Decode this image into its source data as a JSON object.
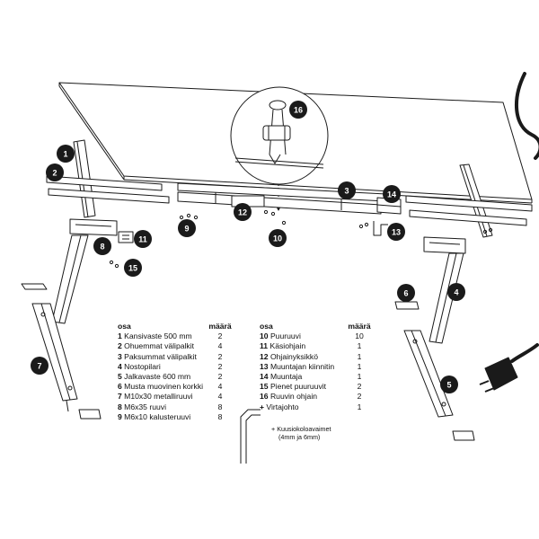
{
  "callouts": [
    {
      "number": "1"
    },
    {
      "number": "2"
    },
    {
      "number": "3"
    },
    {
      "number": "4"
    },
    {
      "number": "5"
    },
    {
      "number": "6"
    },
    {
      "number": "7"
    },
    {
      "number": "8"
    },
    {
      "number": "9"
    },
    {
      "number": "10"
    },
    {
      "number": "11"
    },
    {
      "number": "12"
    },
    {
      "number": "13"
    },
    {
      "number": "14"
    },
    {
      "number": "15"
    },
    {
      "number": "16"
    }
  ],
  "parts_table": {
    "col_part": "osa",
    "col_qty": "määrä",
    "left": [
      {
        "num": "1",
        "name": "Kansivaste 500 mm",
        "qty": "2"
      },
      {
        "num": "2",
        "name": "Ohuemmat välipalkit",
        "qty": "4"
      },
      {
        "num": "3",
        "name": "Paksummat välipalkit",
        "qty": "2"
      },
      {
        "num": "4",
        "name": "Nostopilari",
        "qty": "2"
      },
      {
        "num": "5",
        "name": "Jalkavaste 600 mm",
        "qty": "2"
      },
      {
        "num": "6",
        "name": "Musta muovinen korkki",
        "qty": "4"
      },
      {
        "num": "7",
        "name": "M10x30 metalliruuvi",
        "qty": "4"
      },
      {
        "num": "8",
        "name": "M6x35 ruuvi",
        "qty": "8"
      },
      {
        "num": "9",
        "name": "M6x10 kalusteruuvi",
        "qty": "8"
      }
    ],
    "right": [
      {
        "num": "10",
        "name": "Puuruuvi",
        "qty": "10"
      },
      {
        "num": "11",
        "name": "Käsiohjain",
        "qty": "1"
      },
      {
        "num": "12",
        "name": "Ohjainyksikkö",
        "qty": "1"
      },
      {
        "num": "13",
        "name": "Muuntajan kiinnitin",
        "qty": "1"
      },
      {
        "num": "14",
        "name": "Muuntaja",
        "qty": "1"
      },
      {
        "num": "15",
        "name": "Pienet puuruuvit",
        "qty": "2"
      },
      {
        "num": "16",
        "name": "Ruuvin ohjain",
        "qty": "2"
      },
      {
        "num": "+",
        "name": "Virtajohto",
        "qty": "1"
      }
    ],
    "extra_note_line1": "+ Kuusiokoloavaimet",
    "extra_note_line2": "(4mm ja 6mm)"
  }
}
